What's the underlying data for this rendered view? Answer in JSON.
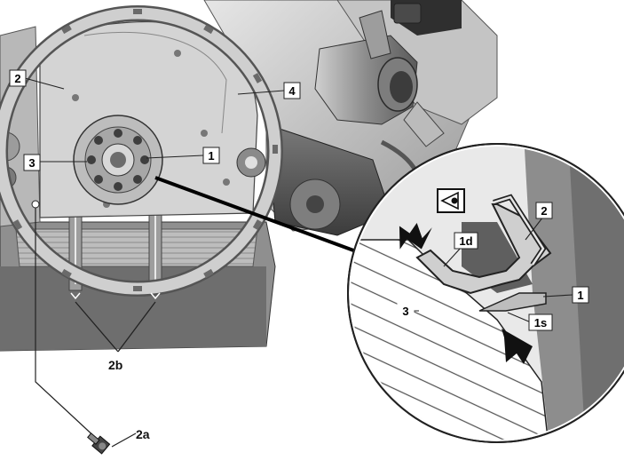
{
  "callouts": {
    "c1": "1",
    "c2": "2",
    "c3": "3",
    "c4": "4",
    "c2b": "2b",
    "c2a": "2a"
  },
  "detail": {
    "d1": "1",
    "d2": "2",
    "d3": "3",
    "d1d": "1d",
    "d1s": "1s"
  },
  "icons": {
    "view_icon": "eye-view-icon",
    "arrow_icon": "direction-arrow-icon"
  },
  "colors": {
    "ink": "#1a1a1a",
    "engine_light": "#d9d9d9",
    "engine_mid": "#a6a6a6",
    "engine_dark": "#6b6b6b",
    "engine_deep": "#3a3a3a"
  }
}
